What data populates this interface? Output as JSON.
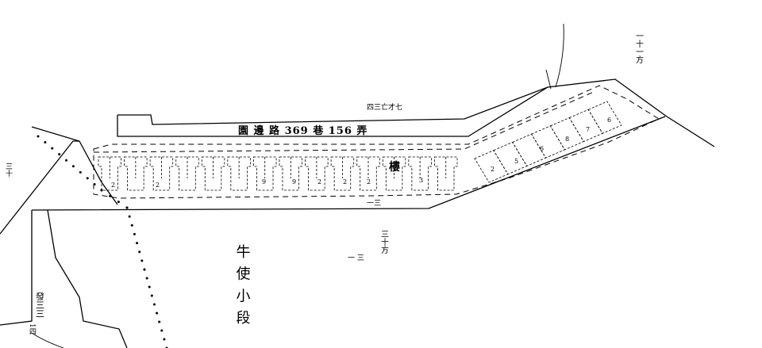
{
  "road_label": "園 邊 路 369 巷 156 弄",
  "annotations": {
    "top_right_vertical": "一十一方",
    "top_mid": "四三亡才七",
    "left_vertical": "三十",
    "bottom_mid_upper": "三十方",
    "bottom_mid_lower": "一 三",
    "below_road_mark": "一三",
    "district_name": "牛 使 小 段",
    "bottom_left_vertical": "發三三",
    "bottom_left_number": "1四"
  },
  "unit_marks": [
    "2",
    "2",
    "9",
    "9",
    "2",
    "2",
    "2",
    "3",
    "2",
    "5",
    "6",
    "8",
    "7",
    "6"
  ],
  "building_mark": "樓"
}
